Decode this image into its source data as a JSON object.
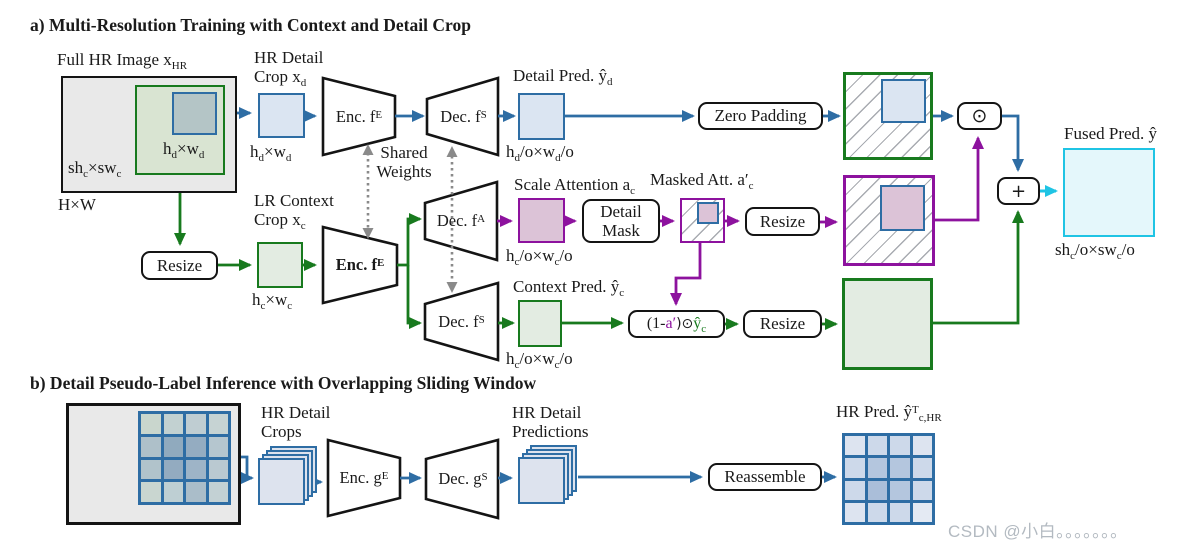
{
  "colors": {
    "blue": "#2e6da4",
    "green": "#187a1e",
    "purple": "#8d129e",
    "cyan": "#1fc4e4",
    "gray": "#8a8a8a",
    "lightblue": "#dbe5f2",
    "lightgreen": "#e3ece2",
    "pink": "#dcc3d7",
    "cyanfill": "#e4f7fb",
    "grayfill": "#e9e9e9",
    "cropgreen": "#d9e4d2",
    "cropblue": "#b4c5c6",
    "stackfill": "#dde3ee"
  },
  "section_a": {
    "title": "a) Multi-Resolution Training with Context and Detail Crop",
    "full_image": {
      "label_main": "Full HR Image x",
      "label_sub": "HR",
      "inner_size": {
        "p1": "sh",
        "s1": "c",
        "p2": "×sw",
        "s2": "c"
      },
      "detail_size": {
        "p1": "h",
        "s1": "d",
        "p2": "×w",
        "s2": "d"
      },
      "outer_size": "H×W"
    },
    "hr_detail": {
      "line1": "HR Detail",
      "line2_main": "Crop x",
      "line2_sub": "d",
      "size": {
        "p1": "h",
        "s1": "d",
        "p2": "×w",
        "s2": "d"
      }
    },
    "encoder_top": {
      "main": "Enc. f",
      "sup": "E"
    },
    "decoder_top": {
      "main": "Dec. f",
      "sup": "S"
    },
    "detail_pred": {
      "label_main": "Detail Pred. ŷ",
      "label_sub": "d",
      "size": {
        "p1": "h",
        "s1": "d",
        "p2": "/o×w",
        "s2": "d",
        "p3": "/o"
      }
    },
    "shared_weights_line1": "Shared",
    "shared_weights_line2": "Weights",
    "zero_padding": "Zero Padding",
    "odot": "⊙",
    "plus": "+",
    "fused": {
      "label": "Fused Pred. ŷ",
      "size": {
        "p1": "sh",
        "s1": "c",
        "p2": "/o×sw",
        "s2": "c",
        "p3": "/o"
      }
    },
    "resize_context": "Resize",
    "lr_context": {
      "line1": "LR Context",
      "line2_main": "Crop x",
      "line2_sub": "c",
      "size": {
        "p1": "h",
        "s1": "c",
        "p2": "×w",
        "s2": "c"
      }
    },
    "encoder_bottom": {
      "main": "Enc. f",
      "sup": "E"
    },
    "decoder_attention": {
      "main": "Dec. f",
      "sup": "A"
    },
    "decoder_context": {
      "main": "Dec. f",
      "sup": "S"
    },
    "scale_attention": {
      "label_main": "Scale Attention a",
      "label_sub": "c",
      "size": {
        "p1": "h",
        "s1": "c",
        "p2": "/o×w",
        "s2": "c",
        "p3": "/o"
      }
    },
    "detail_mask_line1": "Detail",
    "detail_mask_line2": "Mask",
    "masked_att": {
      "label_main": "Masked Att. a′",
      "label_sub": "c"
    },
    "resize_attention": "Resize",
    "context_pred": {
      "label_main": "Context Pred. ŷ",
      "label_sub": "c",
      "size": {
        "p1": "h",
        "s1": "c",
        "p2": "/o×w",
        "s2": "c",
        "p3": "/o"
      }
    },
    "weighting": {
      "p1": "(1-",
      "a": "a′",
      "p2": ")⊙",
      "y": "ŷ",
      "sub": "c"
    },
    "resize_pred": "Resize"
  },
  "section_b": {
    "title": "b) Detail Pseudo-Label Inference with Overlapping Sliding Window",
    "crops_line1": "HR Detail",
    "crops_line2": "Crops",
    "encoder": {
      "main": "Enc. g",
      "sup": "E"
    },
    "decoder": {
      "main": "Dec. g",
      "sup": "S"
    },
    "preds_line1": "HR Detail",
    "preds_line2": "Predictions",
    "reassemble": "Reassemble",
    "hr_pred": {
      "label_main": "HR Pred. ŷ",
      "label_sup": "T",
      "label_sub": "c,HR"
    },
    "input_grid_colors": [
      [
        "#c9d6cd",
        "#c2d1d1",
        "#bfcdd2",
        "#c6d3d3"
      ],
      [
        "#aec0c9",
        "#90aabe",
        "#94acc1",
        "#b5c6cf"
      ],
      [
        "#b1c3cb",
        "#93abc0",
        "#9eb4c7",
        "#bac9d1"
      ],
      [
        "#c9d6d0",
        "#becfd3",
        "#aabdc9",
        "#c3d1d4"
      ]
    ],
    "pred_grid_colors": [
      [
        "#dde4f0",
        "#cdd9ea",
        "#cdd9ea",
        "#dde4f0"
      ],
      [
        "#cdd9ea",
        "#b4c6de",
        "#b4c6de",
        "#cdd9ea"
      ],
      [
        "#cdd9ea",
        "#aabed9",
        "#b4c6de",
        "#cdd9ea"
      ],
      [
        "#dde4f0",
        "#cdd9ea",
        "#cdd9ea",
        "#e4eaf3"
      ]
    ]
  },
  "watermark": "CSDN @小白。。。。。。。"
}
